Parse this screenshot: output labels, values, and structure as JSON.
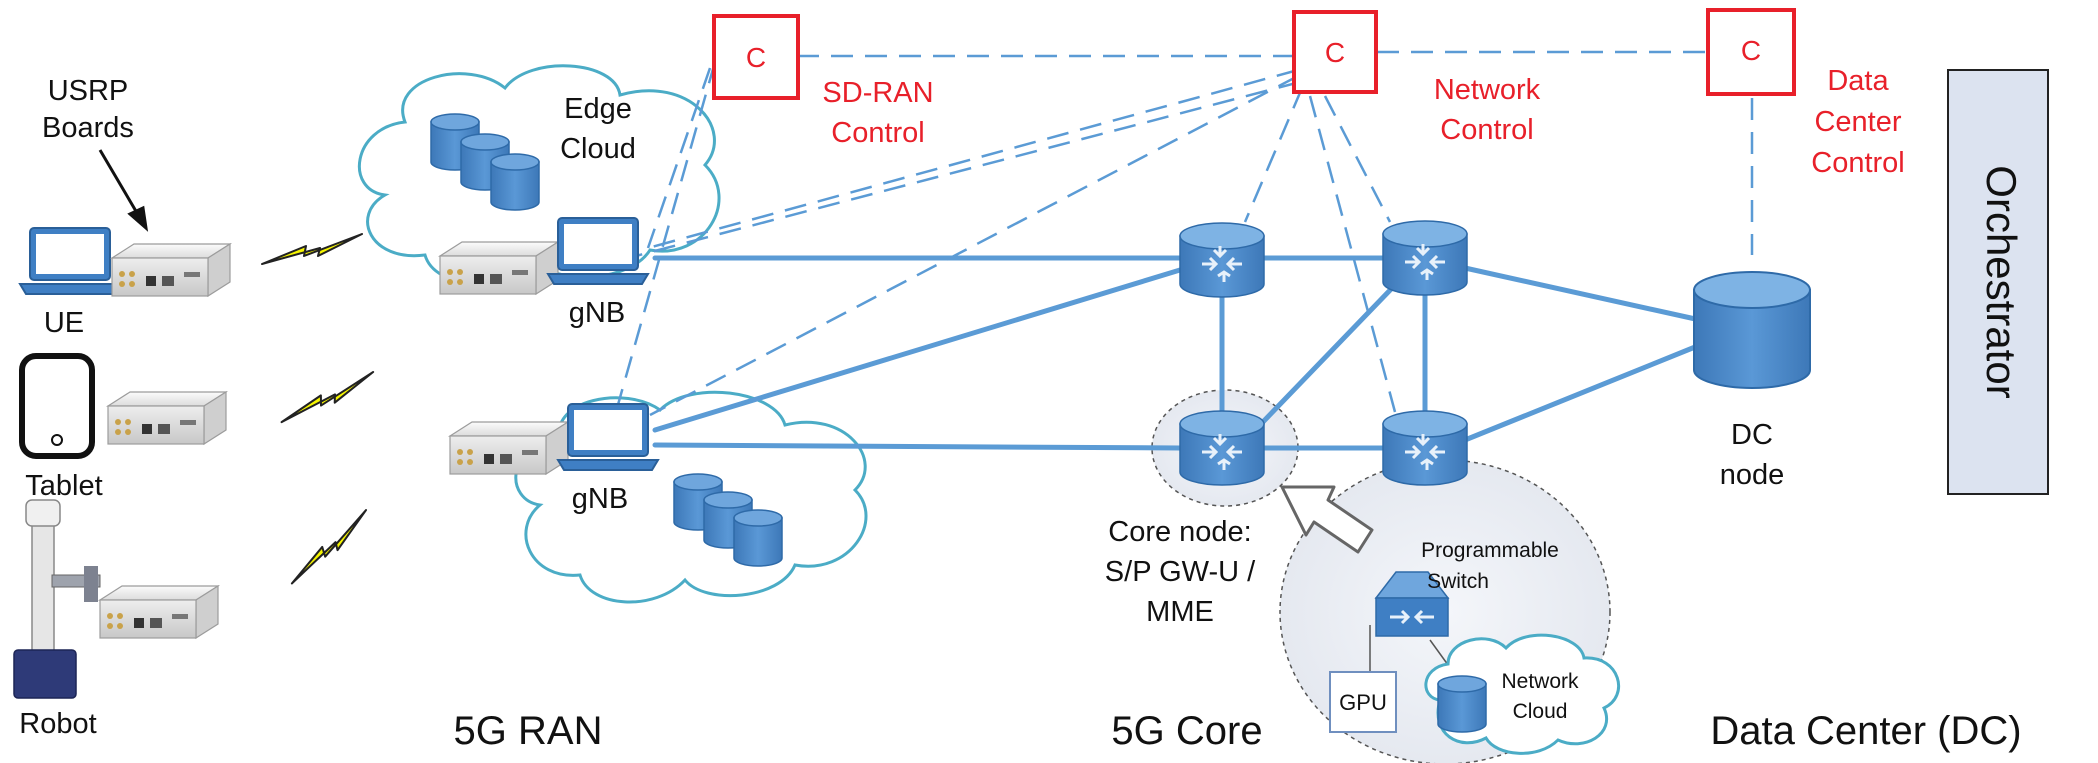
{
  "labels": {
    "usrp": [
      "USRP",
      "Boards"
    ],
    "ue": "UE",
    "tablet": "Tablet",
    "robot": "Robot",
    "edge_cloud": [
      "Edge",
      "Cloud"
    ],
    "gnb_top": "gNB",
    "gnb_bottom": "gNB",
    "sdran_control": [
      "SD-RAN",
      "Control"
    ],
    "network_control": [
      "Network",
      "Control"
    ],
    "dc_control": [
      "Data",
      "Center",
      "Control"
    ],
    "orchestrator": "Orchestrator",
    "dc_node": [
      "DC",
      "node"
    ],
    "core_node": [
      "Core node:",
      "S/P GW-U /",
      "MME"
    ],
    "prog_switch": [
      "Programmable",
      "Switch"
    ],
    "gpu": "GPU",
    "network_cloud": [
      "Network",
      "Cloud"
    ],
    "sec_ran": "5G RAN",
    "sec_core": "5G Core",
    "sec_dc": "Data Center (DC)"
  },
  "controller_letter": "C",
  "colors": {
    "link": "#5b9bd5",
    "cloud": "#4bacc6",
    "node": "#4a86c8",
    "node_dark": "#2e6aa8",
    "control": "#e8202a",
    "orchestrator_fill": "#dce3f0",
    "bolt": "#f5f500"
  },
  "icons": [
    "laptop-icon",
    "tablet-icon",
    "robot-icon",
    "usrp-board-icon",
    "router-icon",
    "database-icon",
    "cloud-icon",
    "lightning-icon",
    "switch-icon"
  ]
}
